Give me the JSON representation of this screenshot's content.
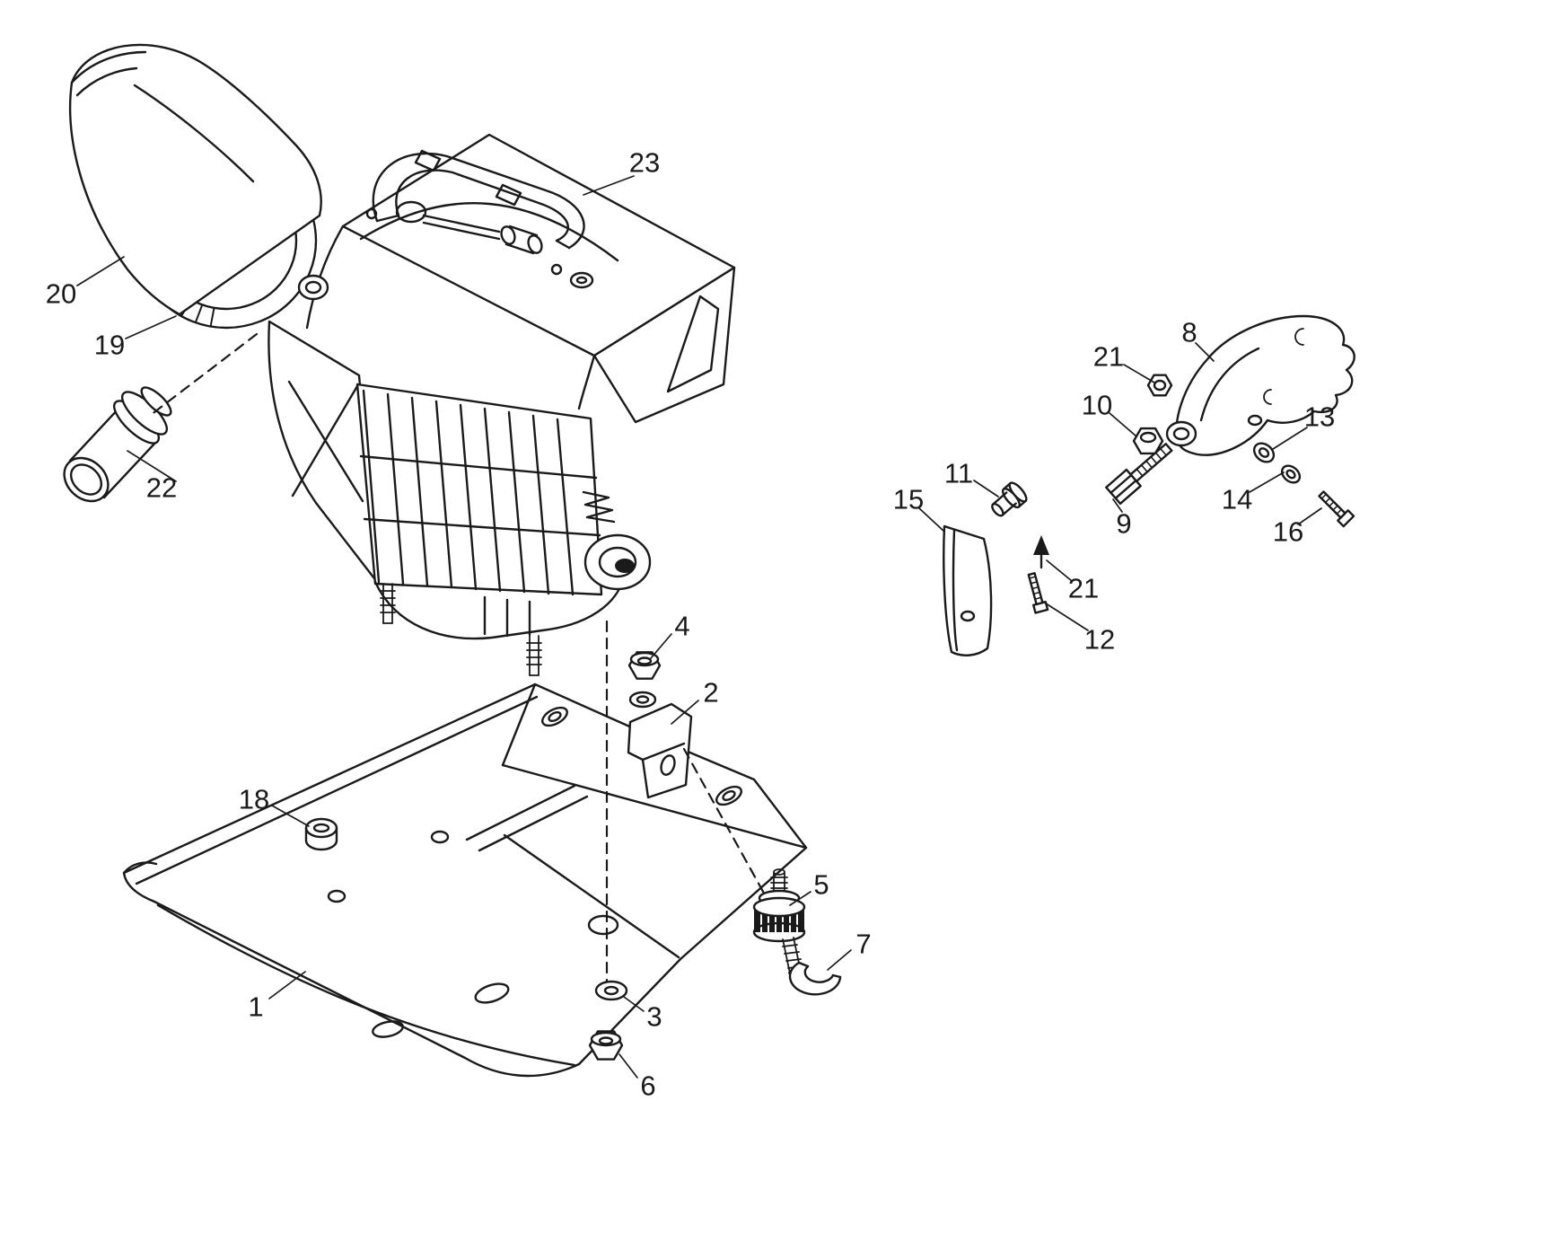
{
  "figure": {
    "background_color": "#ffffff",
    "line_color": "#1a1a1a"
  },
  "callouts": [
    {
      "id": "part-1",
      "label": "1"
    },
    {
      "id": "part-2",
      "label": "2"
    },
    {
      "id": "part-3",
      "label": "3"
    },
    {
      "id": "part-4",
      "label": "4"
    },
    {
      "id": "part-5",
      "label": "5"
    },
    {
      "id": "part-6",
      "label": "6"
    },
    {
      "id": "part-7",
      "label": "7"
    },
    {
      "id": "part-8",
      "label": "8"
    },
    {
      "id": "part-9",
      "label": "9"
    },
    {
      "id": "part-10",
      "label": "10"
    },
    {
      "id": "part-11",
      "label": "11"
    },
    {
      "id": "part-12",
      "label": "12"
    },
    {
      "id": "part-13",
      "label": "13"
    },
    {
      "id": "part-14",
      "label": "14"
    },
    {
      "id": "part-15",
      "label": "15"
    },
    {
      "id": "part-16",
      "label": "16"
    },
    {
      "id": "part-18",
      "label": "18"
    },
    {
      "id": "part-19",
      "label": "19"
    },
    {
      "id": "part-20",
      "label": "20"
    },
    {
      "id": "part-21-upper",
      "label": "21"
    },
    {
      "id": "part-21-lower",
      "label": "21"
    },
    {
      "id": "part-22",
      "label": "22"
    },
    {
      "id": "part-23",
      "label": "23"
    }
  ]
}
